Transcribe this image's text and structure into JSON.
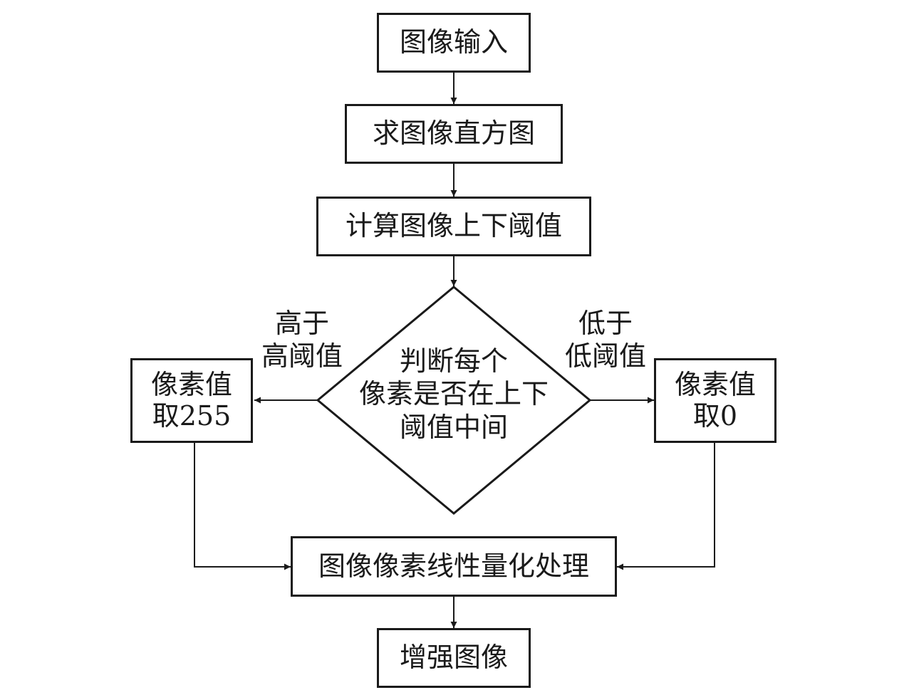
{
  "nodes": {
    "input": "图像输入",
    "histogram": "求图像直方图",
    "thresholds": "计算图像上下阈值",
    "decision": [
      "判断每个",
      "像素是否在上下",
      "阈值中间"
    ],
    "high_value": [
      "像素值",
      "取255"
    ],
    "low_value": [
      "像素值",
      "取0"
    ],
    "quantize": "图像像素线性量化处理",
    "output": "增强图像"
  },
  "edges": {
    "above_high": [
      "高于",
      "高阈值"
    ],
    "below_low": [
      "低于",
      "低阈值"
    ]
  },
  "colors": {
    "stroke": "#1a1a1a",
    "background": "#ffffff"
  }
}
